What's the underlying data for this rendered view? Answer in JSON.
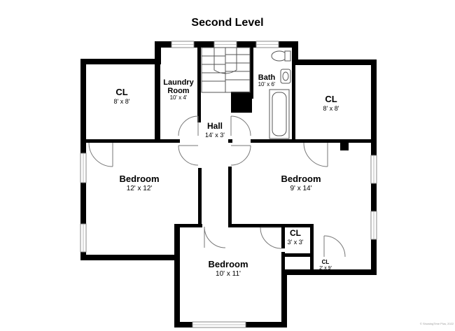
{
  "title": "Second Level",
  "copyright": "© ShowingTime Plus, 2022",
  "rooms": {
    "cl_left": {
      "name": "CL",
      "size": "8' x 8'"
    },
    "laundry": {
      "name_line1": "Laundry",
      "name_line2": "Room",
      "size": "10' x 4'"
    },
    "bath": {
      "name": "Bath",
      "size": "10' x 6'"
    },
    "cl_right": {
      "name": "CL",
      "size": "8' x 8'"
    },
    "hall": {
      "name": "Hall",
      "size": "14' x 3'"
    },
    "bedroom_left": {
      "name": "Bedroom",
      "size": "12' x 12'"
    },
    "bedroom_right": {
      "name": "Bedroom",
      "size": "9' x 14'"
    },
    "cl_mid": {
      "name": "CL",
      "size": "3' x 3'"
    },
    "cl_small": {
      "name": "CL",
      "size": "2' x 9'"
    },
    "bedroom_bottom": {
      "name": "Bedroom",
      "size": "10' x 11'"
    }
  }
}
